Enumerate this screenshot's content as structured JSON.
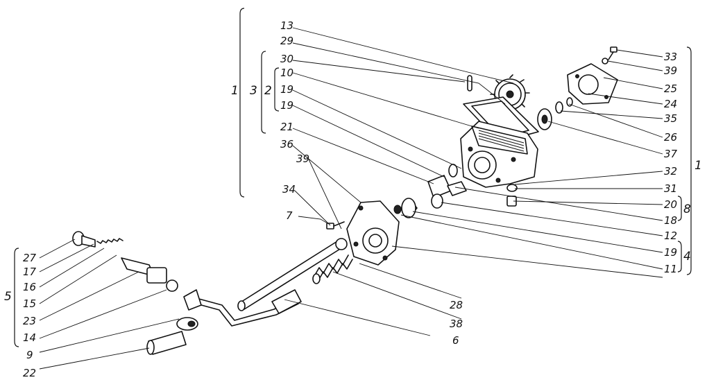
{
  "callouts": {
    "c13": "13",
    "c29": "29",
    "c30": "30",
    "c10": "10",
    "c19a": "19",
    "c19b": "19",
    "c21": "21",
    "c36": "36",
    "c39l": "39",
    "c34": "34",
    "c7": "7",
    "c33": "33",
    "c39r": "39",
    "c25": "25",
    "c24": "24",
    "c35": "35",
    "c26": "26",
    "c37": "37",
    "c32": "32",
    "c31": "31",
    "c20": "20",
    "c18": "18",
    "c12": "12",
    "c19r": "19",
    "c11": "11",
    "c28": "28",
    "c38": "38",
    "c6": "6",
    "c27": "27",
    "c17": "17",
    "c16": "16",
    "c15": "15",
    "c23": "23",
    "c14": "14",
    "c9": "9",
    "c22": "22"
  },
  "groups": {
    "g1": "1",
    "g3": "3",
    "g2": "2",
    "g1r": "1",
    "g8": "8",
    "g4": "4",
    "g5": "5"
  }
}
